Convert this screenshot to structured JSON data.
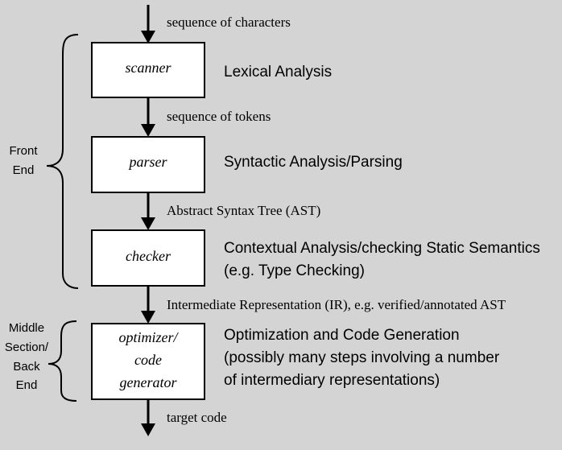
{
  "arrow_labels": {
    "input": "sequence of characters",
    "tokens": "sequence of tokens",
    "ast": "Abstract Syntax Tree (AST)",
    "ir": "Intermediate Representation (IR), e.g. verified/annotated AST",
    "output": "target code"
  },
  "boxes": {
    "scanner": "scanner",
    "parser": "parser",
    "checker": "checker",
    "optimizer": [
      "optimizer/",
      "code",
      "generator"
    ]
  },
  "descriptions": {
    "scanner": "Lexical Analysis",
    "parser": "Syntactic Analysis/Parsing",
    "checker": [
      "Contextual Analysis/checking Static Semantics",
      "(e.g. Type Checking)"
    ],
    "optimizer": [
      "Optimization and Code Generation",
      "(possibly many steps involving a number",
      "of intermediary representations)"
    ]
  },
  "groups": {
    "front_end": [
      "Front",
      "End"
    ],
    "back_end": [
      "Middle",
      "Section/",
      "Back",
      "End"
    ]
  },
  "colors": {
    "background": "#d4d4d4",
    "box_fill": "#ffffff",
    "stroke": "#000000"
  }
}
